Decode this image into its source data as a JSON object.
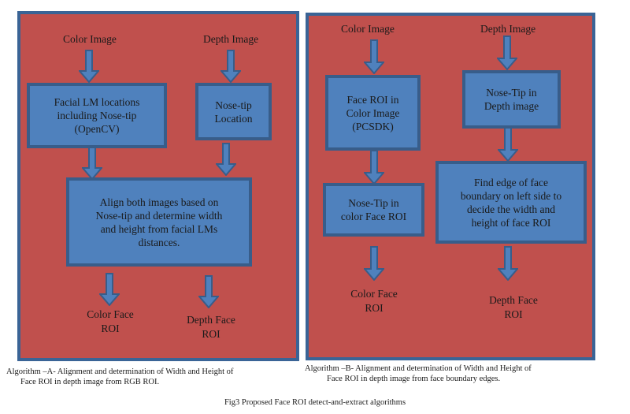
{
  "colors": {
    "panel_fill": "#c0504d",
    "panel_border": "#3a6496",
    "box_fill": "#4f81bd",
    "box_border": "#385d8a"
  },
  "panel_a": {
    "input_color": "Color Image",
    "input_depth": "Depth Image",
    "box_landmarks": [
      "Facial LM locations",
      "including Nose-tip",
      "(OpenCV)"
    ],
    "box_nose_tip": [
      "Nose-tip",
      "Location"
    ],
    "box_align": [
      "Align both images based on",
      "Nose-tip and determine width",
      "and height from facial LMs",
      "distances."
    ],
    "output_color": [
      "Color Face",
      "ROI"
    ],
    "output_depth": [
      "Depth Face",
      "ROI"
    ],
    "caption": [
      "Algorithm –A- Alignment and determination of Width and Height of",
      "Face ROI in depth image from  RGB  ROI."
    ]
  },
  "panel_b": {
    "input_color": "Color Image",
    "input_depth": "Depth Image",
    "box_face_roi": [
      "Face ROI in",
      "Color Image",
      "(PCSDK)"
    ],
    "box_nose_tip_depth": [
      "Nose-Tip in",
      "Depth image"
    ],
    "box_nose_tip_color": [
      "Nose-Tip in",
      "color Face ROI"
    ],
    "box_edge": [
      "Find edge of face",
      "boundary on left side to",
      "decide the width and",
      "height of face ROI"
    ],
    "output_color": [
      "Color Face",
      "ROI"
    ],
    "output_depth": [
      "Depth Face",
      "ROI"
    ],
    "caption": [
      "Algorithm –B- Alignment and determination of Width and Height of",
      "Face ROI in depth image from face boundary edges."
    ]
  },
  "figure_caption": "Fig3 Proposed Face ROI detect-and-extract algorithms"
}
